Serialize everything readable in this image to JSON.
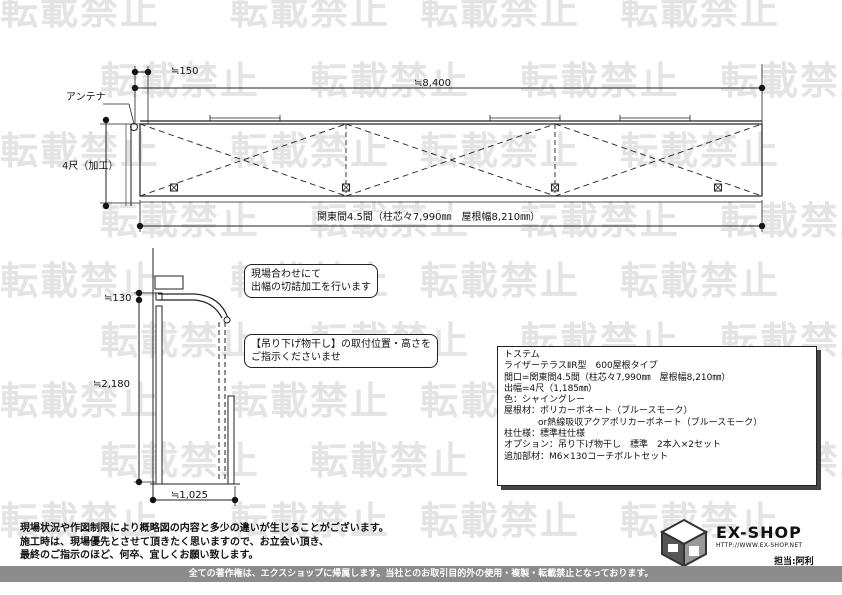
{
  "watermark_text": "転載禁止",
  "top_view": {
    "label_150": "≒150",
    "label_8400": "≒8,400",
    "label_antenna": "アンテナ",
    "label_depth": "4尺（加工）",
    "bottom_dimension": "関東間4.5間（柱芯々7,990㎜　屋根幅8,210㎜）"
  },
  "side_view": {
    "label_130": "≒130",
    "label_2180": "≒2,180",
    "label_1025": "≒1,025"
  },
  "note_cut": [
    "現場合わせにて",
    "出幅の切詰加工を行います"
  ],
  "note_hanger": [
    "【吊り下げ物干し】の取付位置・高さを",
    "ご指示くださいませ"
  ],
  "spec": {
    "lines": [
      {
        "text": "トステム",
        "indent": false
      },
      {
        "text": "ライザーテラスⅡR型　600屋根タイプ",
        "indent": false
      },
      {
        "text": "間口=関東間4.5間（柱芯々7,990㎜　屋根幅8,210㎜）",
        "indent": false
      },
      {
        "text": "出幅=4尺（1,185㎜）",
        "indent": false
      },
      {
        "text": "色：シャイングレー",
        "indent": false
      },
      {
        "text": "屋根材：ポリカーボネート（ブルースモーク）",
        "indent": false
      },
      {
        "text": "or熱線吸収アクアポリカーボネート（ブルースモーク）",
        "indent": true
      },
      {
        "text": "柱仕様：標準柱仕様",
        "indent": false
      },
      {
        "text": "オプション：吊り下げ物干し　標準　2本入×2セット",
        "indent": false
      },
      {
        "text": "追加部材：M6×130コーチボルトセット",
        "indent": false
      }
    ]
  },
  "disclaimer": [
    "現場状況や作図制限により概略図の内容と多少の違いが生じることがございます。",
    "施工時は、現場優先とさせて頂きたく思いますので、お立会い頂き、",
    "最終のご指示のほど、何卒、宜しくお願い致します。"
  ],
  "footer": "全ての著作権は、エクスショップに帰属します。当社とのお取引目的外の使用・複製・転載禁止となっております。",
  "logo": {
    "name": "EX-SHOP",
    "url": "HTTP://WWW.EX-SHOP.NET"
  },
  "staff": "担当:阿利"
}
